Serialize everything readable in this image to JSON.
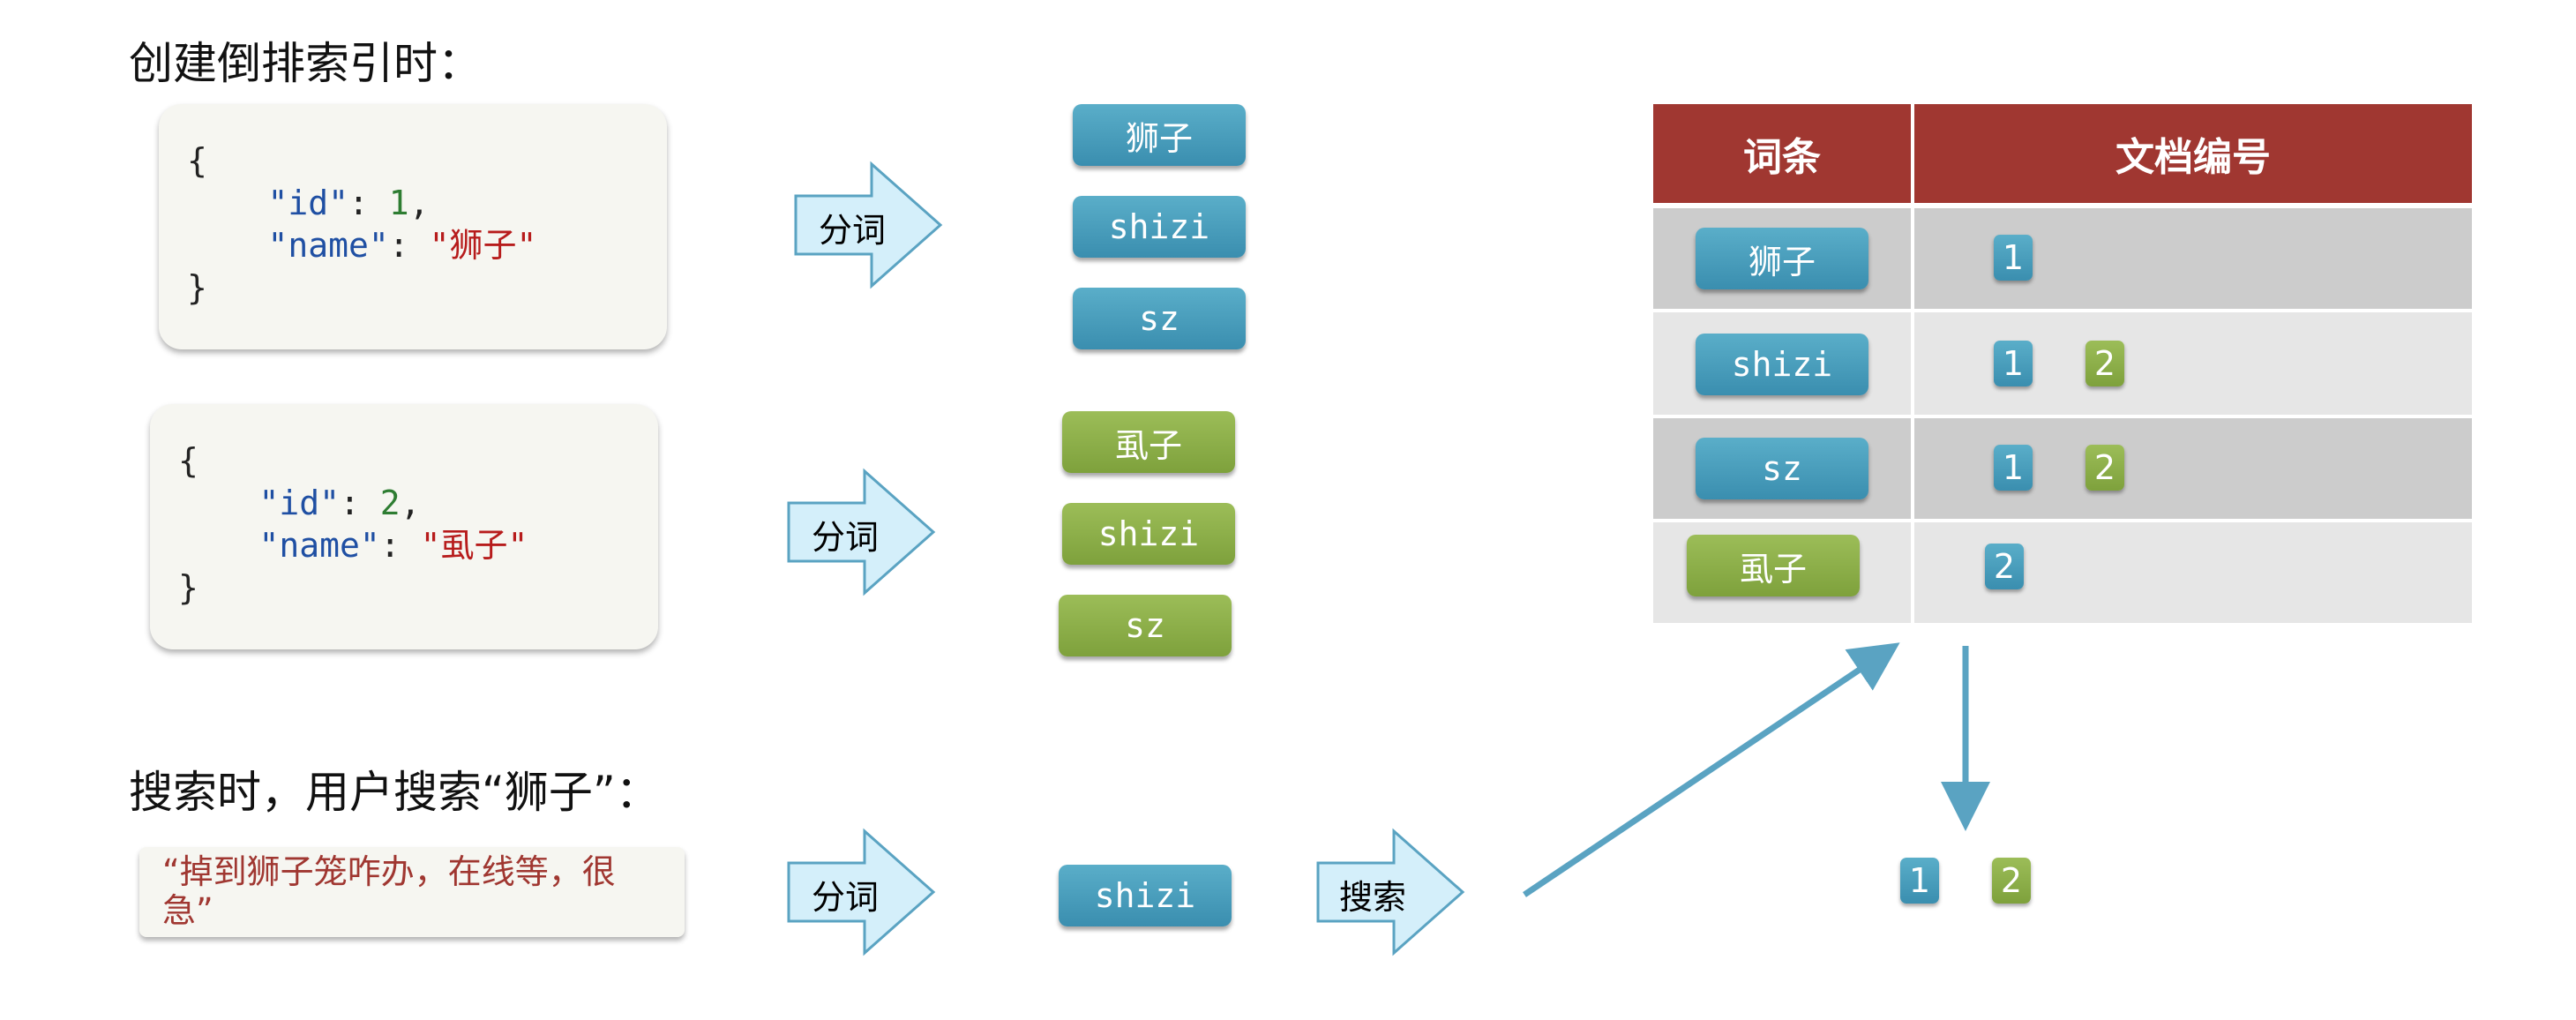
{
  "headings": {
    "create_index": "创建倒排索引时：",
    "search": "搜索时，用户搜索“狮子”："
  },
  "documents": [
    {
      "open": "{",
      "id_key": "\"id\"",
      "id_value": "1",
      "name_key": "\"name\"",
      "name_value": "\"狮子\"",
      "close": "}"
    },
    {
      "open": "{",
      "id_key": "\"id\"",
      "id_value": "2",
      "name_key": "\"name\"",
      "name_value": "\"虱子\"",
      "close": "}"
    }
  ],
  "arrows": {
    "tokenize_label": "分词",
    "search_label": "搜索"
  },
  "tokens": {
    "doc1": [
      "狮子",
      "shizi",
      "sz"
    ],
    "doc2": [
      "虱子",
      "shizi",
      "sz"
    ],
    "query": "shizi"
  },
  "query_text": "“掉到狮子笼咋办，在线等，很急”",
  "table": {
    "headers": [
      "词条",
      "文档编号"
    ],
    "rows": [
      {
        "term": "狮子",
        "docs": [
          "1"
        ]
      },
      {
        "term": "shizi",
        "docs": [
          "1",
          "2"
        ]
      },
      {
        "term": "sz",
        "docs": [
          "1",
          "2"
        ]
      },
      {
        "term": "虱子",
        "docs": [
          "2"
        ]
      }
    ]
  },
  "result_docs": [
    "1",
    "2"
  ],
  "colors": {
    "blue_chip": "#4a9ebf",
    "green_chip": "#8db04a",
    "table_header": "#a03731",
    "row_dark": "#cccccc",
    "row_light": "#e6e6e6",
    "arrow_fill": "#d4effa",
    "connector": "#5aa3c2",
    "string_red": "#b71c1c",
    "key_blue": "#1f4fa3",
    "number_green": "#2e7d32"
  }
}
